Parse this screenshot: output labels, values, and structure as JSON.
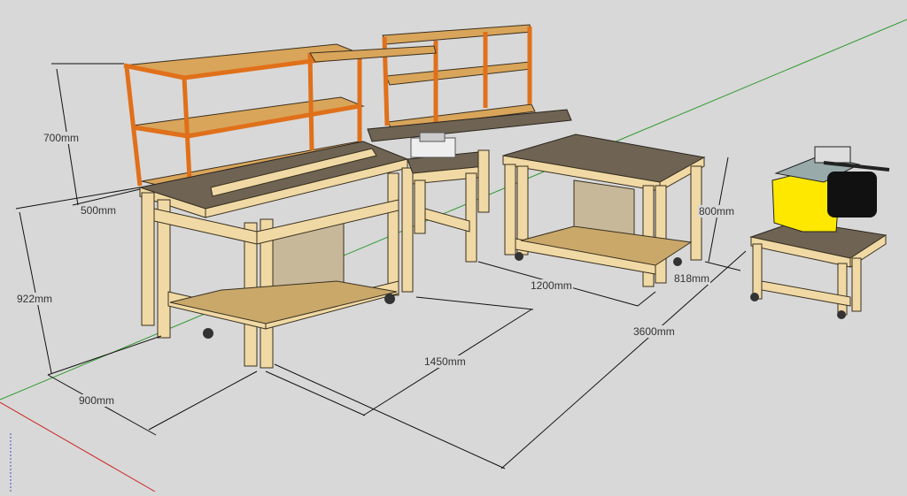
{
  "colors": {
    "background": "#d8d8d8",
    "wood": "#f0d9a4",
    "wood_dark": "#c9a86a",
    "top_board": "#6f6454",
    "shelf": "#d9a55a",
    "shelf_frame": "#e0701a",
    "plywood": "#c8b89a",
    "saw_yellow": "#ffe800",
    "axis_green": "#2f9a2f",
    "axis_red": "#cc2222"
  },
  "dimensions": {
    "shelf_height": "700mm",
    "bench_depth": "500mm",
    "bench_height": "922mm",
    "bench_width": "900mm",
    "run_length": "1450mm",
    "table_length": "1200mm",
    "table_height": "800mm",
    "cart_width": "818mm",
    "total_length": "3600mm"
  }
}
